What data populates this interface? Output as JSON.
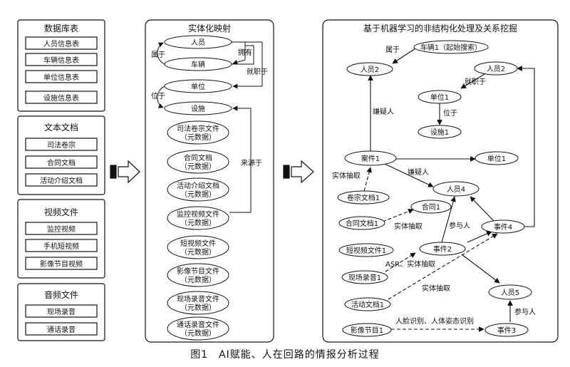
{
  "caption": "图1　AI赋能、人在回路的情报分析过程",
  "panel1": {
    "sections": [
      {
        "title": "数据库表",
        "items": [
          "人员信息表",
          "车辆信息表",
          "单位信息表",
          "设施信息表"
        ]
      },
      {
        "title": "文本文档",
        "items": [
          "司法卷宗",
          "合同文档",
          "活动介绍文档"
        ]
      },
      {
        "title": "视频文件",
        "items": [
          "监控视频",
          "手机短视频",
          "影像节目视频"
        ]
      },
      {
        "title": "音频文件",
        "items": [
          "现场录音",
          "通话录音"
        ]
      }
    ]
  },
  "panel2": {
    "title": "实体化映射",
    "entities": [
      "人员",
      "车辆",
      "单位",
      "设施"
    ],
    "files": [
      [
        "司法卷宗文件",
        "（元数据）"
      ],
      [
        "合同文档",
        "（元数据）"
      ],
      [
        "活动介绍文档",
        "（元数据）"
      ],
      [
        "监控视频文件",
        "（元数据）"
      ],
      [
        "短视频文件",
        "（元数据）"
      ],
      [
        "影像节目文件",
        "（元数据）"
      ],
      [
        "现场录音文件",
        "（元数据）"
      ],
      [
        "通话录音文件",
        "（元数据）"
      ]
    ],
    "labels": {
      "belong": "属于",
      "own": "拥有",
      "work": "就职于",
      "at": "位于",
      "source": "来源于"
    }
  },
  "panel3": {
    "title": "基于机器学习的非结构化处理及关系挖掘",
    "nodes": {
      "vehicle1": "车辆1（起始搜索）",
      "person2a": "人员2",
      "person2b": "人员2",
      "unit1a": "单位1",
      "facility1": "设施1",
      "case1": "案件1",
      "unit1b": "单位1",
      "person4": "人员4",
      "dossier1": "卷宗文档1",
      "contract1": "合同1",
      "contractdoc1": "合同文档1",
      "event4": "事件4",
      "shortvideo1": "短视频文件1",
      "event2": "事件2",
      "recording1": "现场录音1",
      "activity1": "活动文档1",
      "person5": "人员5",
      "program1": "影像节目1",
      "event3": "事件3"
    },
    "edges": {
      "belong": "属于",
      "suspect1": "嫌疑人",
      "work": "就职于",
      "at": "位于",
      "extract1": "实体抽取",
      "suspect2": "嫌疑人",
      "extract2": "实体抽取",
      "join1": "参与人",
      "asr": "ASR、实体抽取",
      "extract3": "实体抽取",
      "face": "人脸识别、人体姿态识别",
      "join2": "参与人"
    }
  }
}
